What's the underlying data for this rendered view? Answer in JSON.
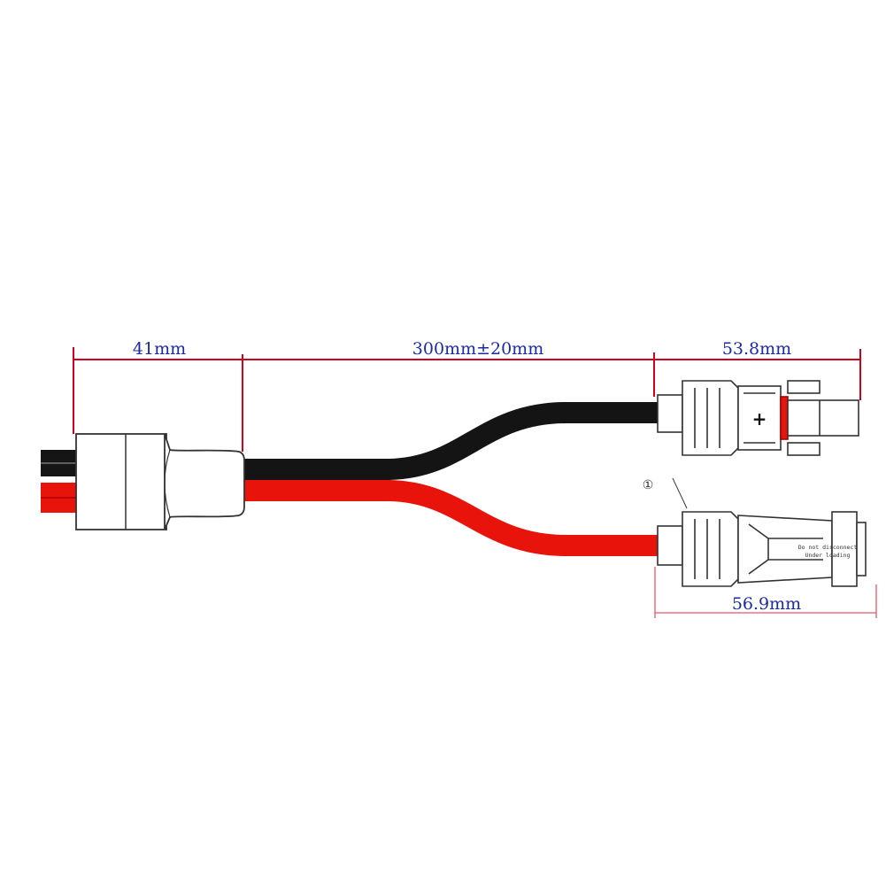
{
  "diagram": {
    "dimensions": {
      "plug_length": "41mm",
      "cable_length": "300mm±20mm",
      "male_connector_length": "53.8mm",
      "female_connector_length": "56.9mm"
    },
    "callout": "①",
    "male_connector_symbol": "+",
    "female_connector_warning": {
      "line1": "Do not disconnect",
      "line2": "Under loading"
    },
    "colors": {
      "dimension_line": "#d0021b",
      "dimension_text": "#1a2aa8",
      "cable_black": "#141414",
      "cable_red": "#e8140c",
      "connector_outline": "#333333",
      "seal_ring": "#e8140c",
      "female_dimension_line": "#e05a6a"
    }
  }
}
